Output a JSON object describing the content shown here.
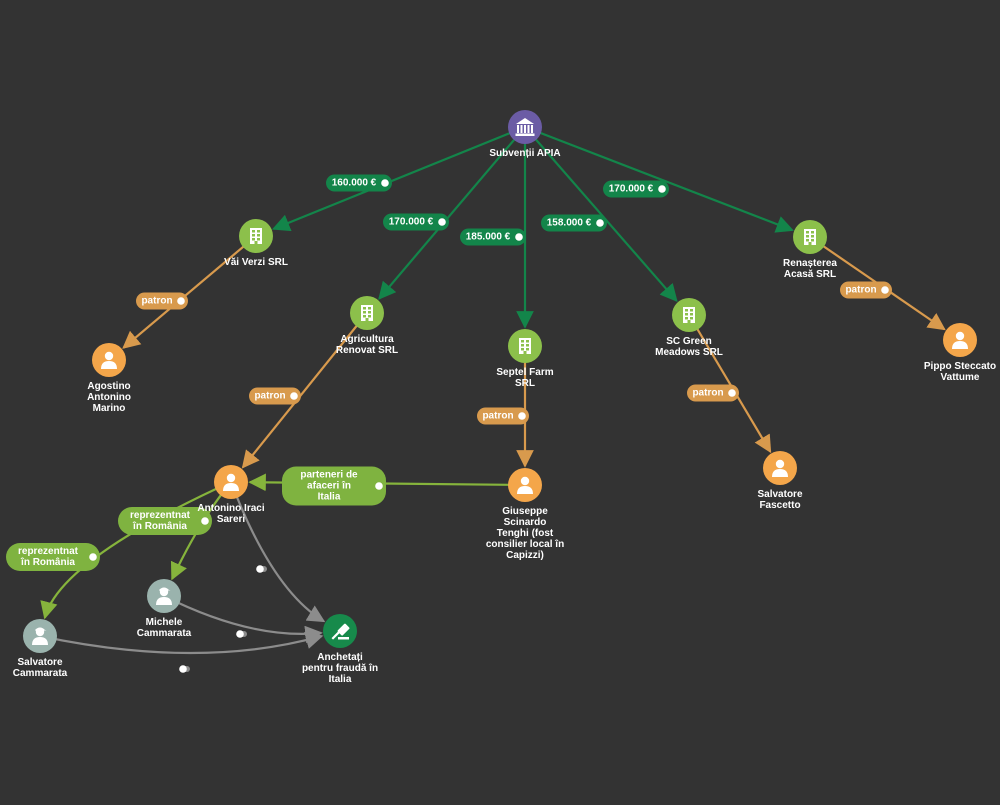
{
  "colors": {
    "background": "#333333",
    "funding_edge": "#13854a",
    "funding_label": "#13854a",
    "patron_edge": "#d89a4d",
    "patron_label": "#d89a4d",
    "relation_edge": "#86b43c",
    "relation_label": "#7fb340",
    "investigation_edge": "#8c8c8c",
    "node_agency": "#6b5ca5",
    "node_company": "#8cc04b",
    "node_person": "#f4a64a",
    "node_person_grey": "#9ab3ad",
    "node_investigation": "#178a4b"
  },
  "nodes": [
    {
      "id": "apia",
      "kind": "agency",
      "icon": "bank-icon",
      "label_lines": [
        "Subvenții APIA"
      ]
    },
    {
      "id": "vai",
      "kind": "company",
      "icon": "building-icon",
      "label_lines": [
        "Văi Verzi SRL"
      ]
    },
    {
      "id": "agri",
      "kind": "company",
      "icon": "building-icon",
      "label_lines": [
        "Agricultura",
        "Renovat SRL"
      ]
    },
    {
      "id": "septel",
      "kind": "company",
      "icon": "building-icon",
      "label_lines": [
        "Septel Farm",
        "SRL"
      ]
    },
    {
      "id": "green",
      "kind": "company",
      "icon": "building-icon",
      "label_lines": [
        "SC Green",
        "Meadows SRL"
      ]
    },
    {
      "id": "renas",
      "kind": "company",
      "icon": "building-icon",
      "label_lines": [
        "Renașterea",
        "Acasă SRL"
      ]
    },
    {
      "id": "agostino",
      "kind": "person",
      "icon": "person-icon",
      "label_lines": [
        "Agostino",
        "Antonino",
        "Marino"
      ]
    },
    {
      "id": "antonino",
      "kind": "person",
      "icon": "person-icon",
      "label_lines": [
        "Antonino Iraci",
        "Sareri"
      ]
    },
    {
      "id": "giuseppe",
      "kind": "person",
      "icon": "person-icon",
      "label_lines": [
        "Giuseppe",
        "Scinardo",
        "Tenghi (fost",
        "consilier local în",
        "Capizzi)"
      ]
    },
    {
      "id": "salvfasc",
      "kind": "person",
      "icon": "person-icon",
      "label_lines": [
        "Salvatore",
        "Fascetto"
      ]
    },
    {
      "id": "pippo",
      "kind": "person",
      "icon": "person-icon",
      "label_lines": [
        "Pippo Steccato",
        "Vattume"
      ]
    },
    {
      "id": "michele",
      "kind": "person_grey",
      "icon": "person-cap-icon",
      "label_lines": [
        "Michele",
        "Cammarata"
      ]
    },
    {
      "id": "salvcam",
      "kind": "person_grey",
      "icon": "person-cap-icon",
      "label_lines": [
        "Salvatore",
        "Cammarata"
      ]
    },
    {
      "id": "anchet",
      "kind": "investigation",
      "icon": "gavel-icon",
      "label_lines": [
        "Anchetați",
        "pentru fraudă în",
        "Italia"
      ]
    }
  ],
  "edges": [
    {
      "from": "apia",
      "to": "vai",
      "type": "funding",
      "label_lines": [
        "160.000 €"
      ]
    },
    {
      "from": "apia",
      "to": "agri",
      "type": "funding",
      "label_lines": [
        "170.000 €"
      ]
    },
    {
      "from": "apia",
      "to": "septel",
      "type": "funding",
      "label_lines": [
        "185.000 €"
      ]
    },
    {
      "from": "apia",
      "to": "green",
      "type": "funding",
      "label_lines": [
        "158.000 €"
      ]
    },
    {
      "from": "apia",
      "to": "renas",
      "type": "funding",
      "label_lines": [
        "170.000 €"
      ]
    },
    {
      "from": "vai",
      "to": "agostino",
      "type": "patron",
      "label_lines": [
        "patron"
      ]
    },
    {
      "from": "agri",
      "to": "antonino",
      "type": "patron",
      "label_lines": [
        "patron"
      ]
    },
    {
      "from": "septel",
      "to": "giuseppe",
      "type": "patron",
      "label_lines": [
        "patron"
      ]
    },
    {
      "from": "green",
      "to": "salvfasc",
      "type": "patron",
      "label_lines": [
        "patron"
      ]
    },
    {
      "from": "renas",
      "to": "pippo",
      "type": "patron",
      "label_lines": [
        "patron"
      ]
    },
    {
      "from": "giuseppe",
      "to": "antonino",
      "type": "relation",
      "label_lines": [
        "parteneri de",
        "afaceri în",
        "Italia"
      ]
    },
    {
      "from": "antonino",
      "to": "michele",
      "type": "relation",
      "label_lines": [
        "reprezentnat",
        "în România"
      ]
    },
    {
      "from": "antonino",
      "to": "salvcam",
      "type": "relation",
      "label_lines": [
        "reprezentnat",
        "în România"
      ]
    },
    {
      "from": "antonino",
      "to": "anchet",
      "type": "investigation",
      "label_lines": []
    },
    {
      "from": "michele",
      "to": "anchet",
      "type": "investigation",
      "label_lines": []
    },
    {
      "from": "salvcam",
      "to": "anchet",
      "type": "investigation",
      "label_lines": []
    }
  ]
}
